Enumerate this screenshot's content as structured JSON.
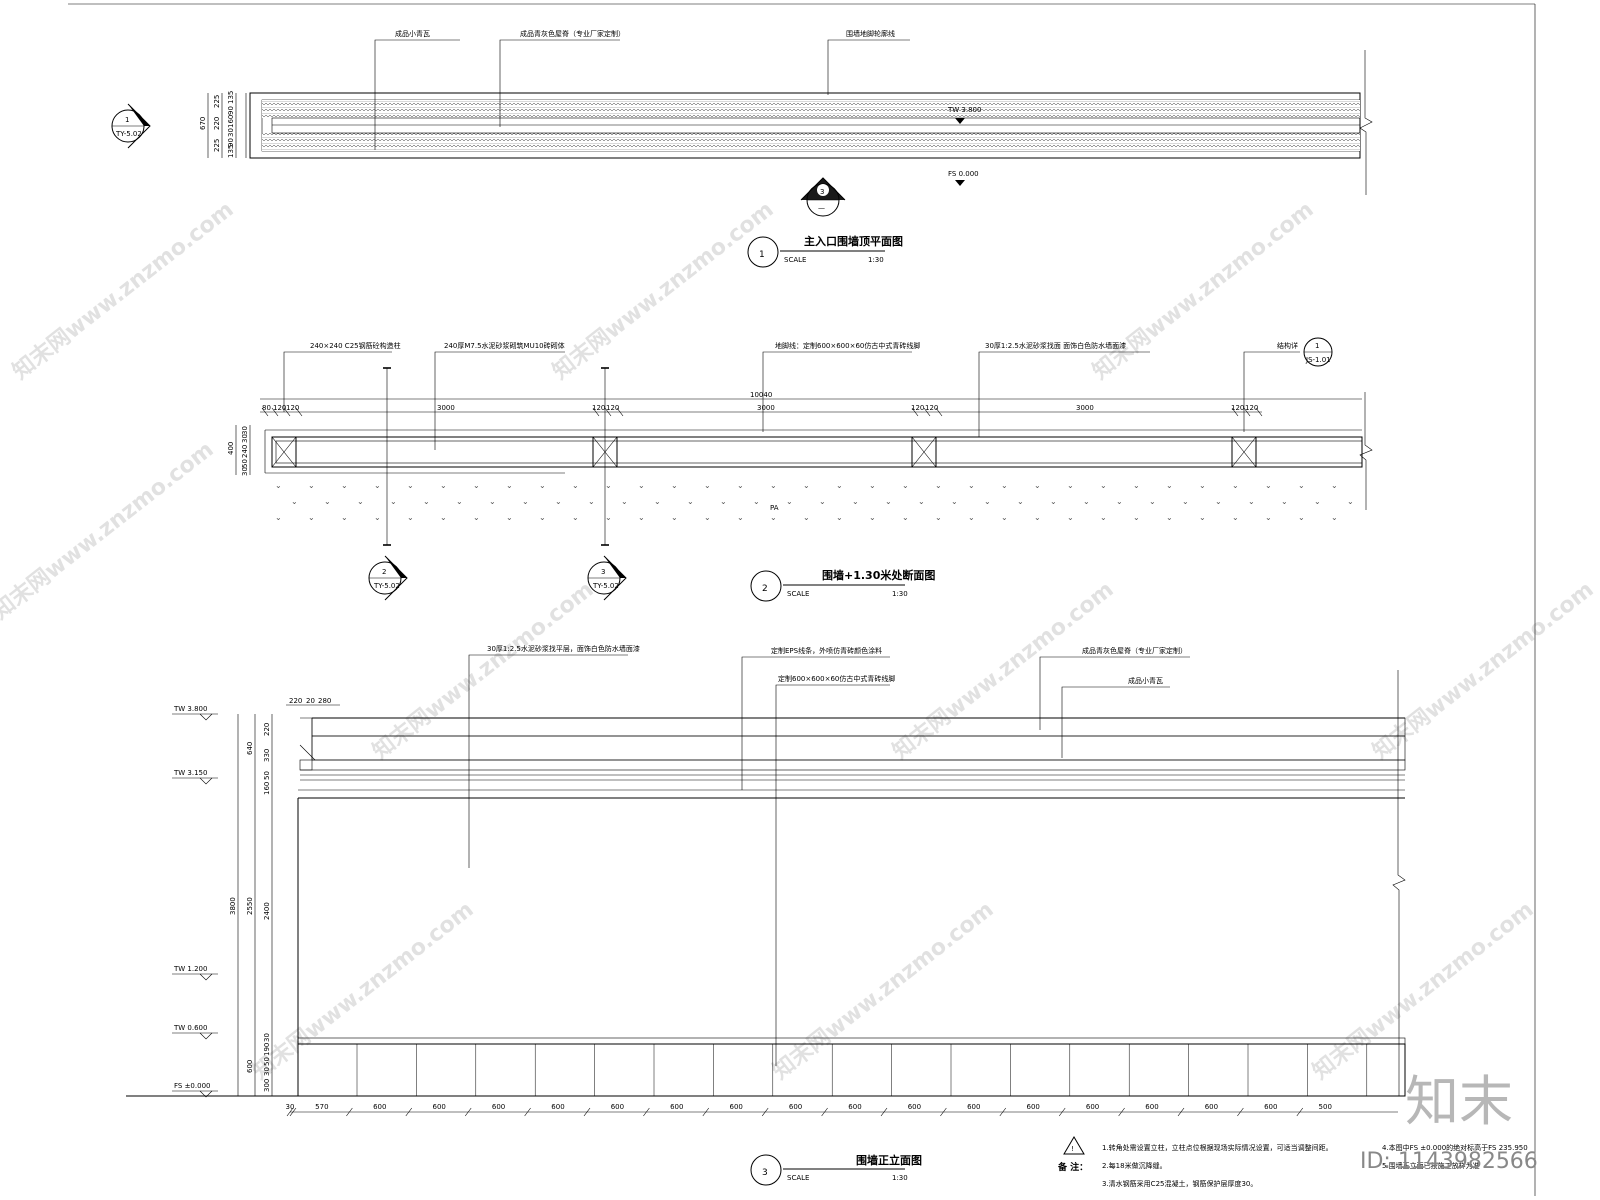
{
  "plan": {
    "label_tile": "成品小青瓦",
    "label_ridge": "成品青灰色屋脊（专业厂家定制）",
    "label_plinth": "围墙地脚轮廓线",
    "elev_top": "TW 3.800",
    "elev_floor": "FS 0.000",
    "dim_total": "670",
    "dims_left": [
      "225",
      "220",
      "225"
    ],
    "dims_inner": [
      "135",
      "90",
      "160",
      "30",
      "90",
      "135"
    ],
    "ref_left_num": "1",
    "ref_left_sheet": "TY-5.02",
    "ref_bottom_num": "3",
    "ref_bottom_sheet": "—",
    "title_num": "1",
    "title": "主入口围墙顶平面图",
    "scale_label": "SCALE",
    "scale": "1:30"
  },
  "section": {
    "label_column": "240×240 C25钢筋砼构造柱",
    "label_wall": "240厚M7.5水泥砂浆砌筑MU10砖砌体",
    "label_plinth": "地脚线：定制600×600×60仿古中式青砖线脚",
    "label_render": "30厚1:2.5水泥砂浆找面 面饰白色防水墙面漆",
    "label_struct": "结构详",
    "ref_struct_num": "1",
    "ref_struct_sheet": "JS-1.01",
    "dim_total": "10040",
    "dims_top": [
      "80",
      "120",
      "120",
      "3000",
      "120",
      "120",
      "3000",
      "120",
      "120",
      "3000",
      "120",
      "120"
    ],
    "dims_left": [
      "400",
      "30",
      "30",
      "240",
      "50",
      "30"
    ],
    "ground_label": "PA",
    "cut2_num": "2",
    "cut2_sheet": "TY-5.02",
    "cut3_num": "3",
    "cut3_sheet": "TY-5.02",
    "title_num": "2",
    "title": "围墙+1.30米处断面图",
    "scale_label": "SCALE",
    "scale": "1:30"
  },
  "elevation": {
    "label_render": "30厚1:2.5水泥砂浆找平层，面饰白色防水墙面漆",
    "label_eps": "定制EPS线条，外喷仿青砖颜色涂料",
    "label_plinth": "定制600×600×60仿古中式青砖线脚",
    "label_ridge": "成品青灰色屋脊（专业厂家定制）",
    "label_tile": "成品小青瓦",
    "levels": [
      "TW 3.800",
      "TW 3.150",
      "TW 1.200",
      "TW 0.600",
      "FS ±0.000"
    ],
    "dims_vert_outer": [
      "3800"
    ],
    "dims_vert_mid": [
      "640",
      "2550",
      "600"
    ],
    "dims_vert_inner": [
      "220",
      "330",
      "50",
      "160",
      "2400",
      "30",
      "190",
      "50",
      "30",
      "300"
    ],
    "dims_top": [
      "220",
      "20",
      "280"
    ],
    "dims_bottom": [
      "30",
      "570",
      "600",
      "600",
      "600",
      "600",
      "600",
      "600",
      "600",
      "600",
      "600",
      "600",
      "600",
      "600",
      "600",
      "600",
      "600",
      "600",
      "500"
    ],
    "title_num": "3",
    "title": "围墙正立面图",
    "scale_label": "SCALE",
    "scale": "1:30"
  },
  "notes": {
    "heading": "备  注：",
    "items": [
      "1.转角处需设置立柱，立柱点位根据现场实际情况设置，可适当调整间距。",
      "2.每18米做沉降缝。",
      "3.清水钢筋采用C25混凝土，钢筋保护层厚度30。"
    ],
    "item4": "4.本图中FS ±0.000的绝对标高于FS 235.950",
    "item5": "5.围墙正立面已按施工放样为准"
  },
  "watermark": {
    "text": "知末网www.znzmo.com",
    "logo": "知末",
    "id": "ID: 1143982566"
  }
}
